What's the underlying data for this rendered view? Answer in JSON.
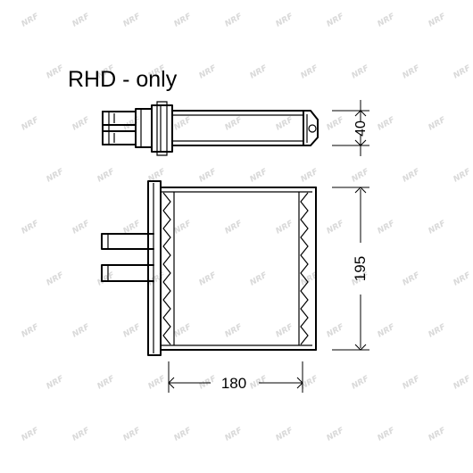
{
  "diagram": {
    "note": "RHD - only",
    "dimensions": {
      "depth": "40",
      "height": "195",
      "width": "180"
    },
    "watermark": "NRF"
  }
}
